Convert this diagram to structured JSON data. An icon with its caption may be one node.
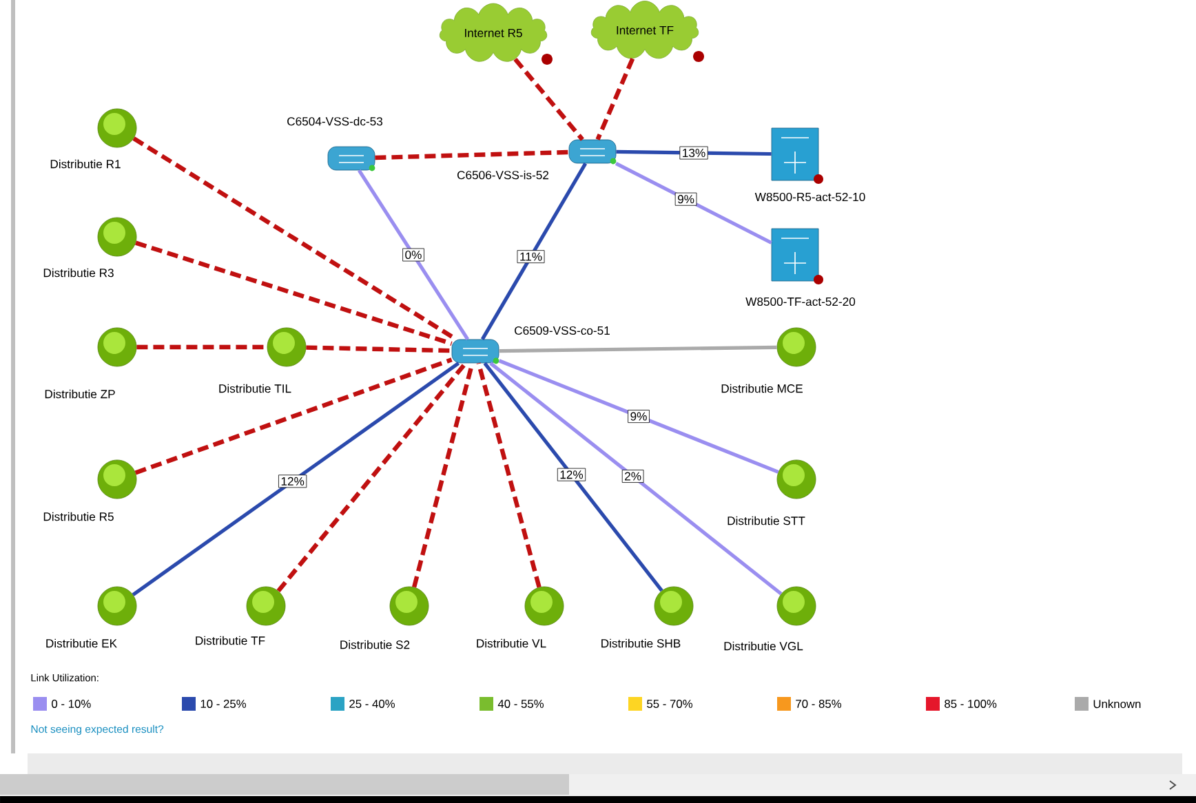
{
  "diagram": {
    "nodes": [
      {
        "text": [
          "Internet R5"
        ]
      },
      {
        "text": [
          "Internet TF"
        ]
      },
      {
        "text": [
          "C6504-VSS-dc-53"
        ]
      },
      {
        "text": [
          "C6506-VSS-is-52"
        ]
      },
      {
        "text": [
          "W8500-R5-act-52-10"
        ]
      },
      {
        "text": [
          "W8500-TF-act-52-20"
        ]
      },
      {
        "text": [
          "C6509-VSS-co-51"
        ]
      },
      {
        "text": [
          "Distributie R1"
        ]
      },
      {
        "text": [
          "Distributie R3"
        ]
      },
      {
        "text": [
          "Distributie ZP"
        ]
      },
      {
        "text": [
          "Distributie TIL"
        ]
      },
      {
        "text": [
          "Distributie MCE"
        ]
      },
      {
        "text": [
          "Distributie R5"
        ]
      },
      {
        "text": [
          "Distributie STT"
        ]
      },
      {
        "text": [
          "Distributie EK"
        ]
      },
      {
        "text": [
          "Distributie TF"
        ]
      },
      {
        "text": [
          "Distributie S2"
        ]
      },
      {
        "text": [
          "Distributie VL"
        ]
      },
      {
        "text": [
          "Distributie SHB"
        ]
      },
      {
        "text": [
          "Distributie VGL"
        ]
      }
    ],
    "edges": [
      {
        "from": 0,
        "to": 3,
        "arrow": "none",
        "style": "dashed"
      },
      {
        "from": 1,
        "to": 3,
        "arrow": "none",
        "style": "dashed"
      },
      {
        "from": 2,
        "to": 3,
        "arrow": "none",
        "style": "dashed"
      },
      {
        "from": 3,
        "to": 4,
        "arrow": "none",
        "label": "13%",
        "color": "#2b4aad"
      },
      {
        "from": 3,
        "to": 5,
        "arrow": "none",
        "label": "9%",
        "color": "#9a8ef0"
      },
      {
        "from": 2,
        "to": 6,
        "arrow": "none",
        "label": "0%",
        "color": "#9a8ef0"
      },
      {
        "from": 3,
        "to": 6,
        "arrow": "none",
        "label": "11%",
        "color": "#2b4aad"
      },
      {
        "from": 7,
        "to": 6,
        "arrow": "none",
        "style": "dashed"
      },
      {
        "from": 8,
        "to": 6,
        "arrow": "none",
        "style": "dashed"
      },
      {
        "from": 9,
        "to": 10,
        "arrow": "none",
        "style": "dashed"
      },
      {
        "from": 10,
        "to": 6,
        "arrow": "none",
        "style": "dashed"
      },
      {
        "from": 6,
        "to": 11,
        "arrow": "none",
        "color": "#aaaaaa"
      },
      {
        "from": 12,
        "to": 6,
        "arrow": "none",
        "style": "dashed"
      },
      {
        "from": 6,
        "to": 14,
        "arrow": "none",
        "label": "12%",
        "color": "#2b4aad"
      },
      {
        "from": 6,
        "to": 13,
        "arrow": "none",
        "label": "9%",
        "color": "#9a8ef0"
      },
      {
        "from": 15,
        "to": 6,
        "arrow": "none",
        "style": "dashed"
      },
      {
        "from": 16,
        "to": 6,
        "arrow": "none",
        "style": "dashed"
      },
      {
        "from": 17,
        "to": 6,
        "arrow": "none",
        "style": "dashed"
      },
      {
        "from": 6,
        "to": 18,
        "arrow": "none",
        "label": "12%",
        "color": "#2b4aad"
      },
      {
        "from": 6,
        "to": 19,
        "arrow": "none",
        "label": "2%",
        "color": "#9a8ef0"
      }
    ],
    "labels": [
      "Link Utilization:",
      "Not seeing expected result?"
    ],
    "legend": [
      {
        "text": "0 - 10%",
        "color": "#9a8ef0"
      },
      {
        "text": "10 - 25%",
        "color": "#2b4aad"
      },
      {
        "text": "25 - 40%",
        "color": "#2ba3c4"
      },
      {
        "text": "40 - 55%",
        "color": "#7abd2e"
      },
      {
        "text": "55 - 70%",
        "color": "#fdd523"
      },
      {
        "text": "70 - 85%",
        "color": "#f7981e"
      },
      {
        "text": "85 - 100%",
        "color": "#e5172b"
      },
      {
        "text": "Unknown",
        "color": "#aaaaaa"
      }
    ]
  }
}
